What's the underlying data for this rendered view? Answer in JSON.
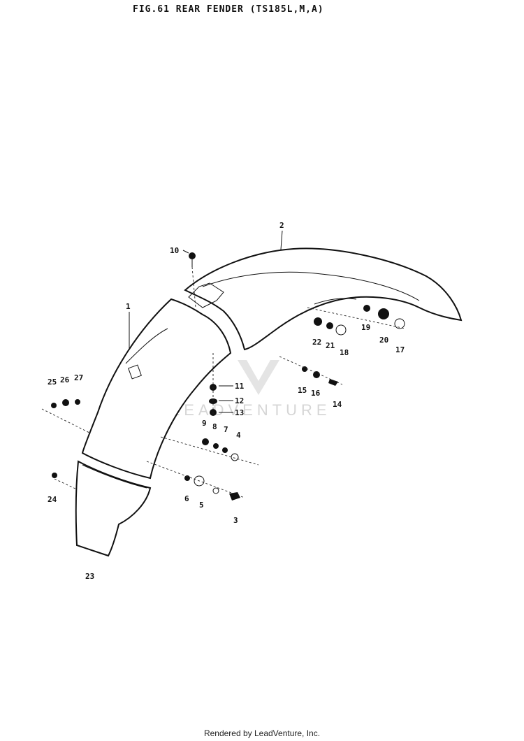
{
  "title": "FIG.61  REAR FENDER (TS185L,M,A)",
  "footer": "Rendered by LeadVenture, Inc.",
  "watermark": "LEADVENTURE",
  "callouts": [
    "1",
    "2",
    "3",
    "4",
    "5",
    "6",
    "7",
    "8",
    "9",
    "10",
    "11",
    "12",
    "13",
    "14",
    "15",
    "16",
    "17",
    "18",
    "19",
    "20",
    "21",
    "22",
    "23",
    "24",
    "25",
    "26",
    "27"
  ]
}
